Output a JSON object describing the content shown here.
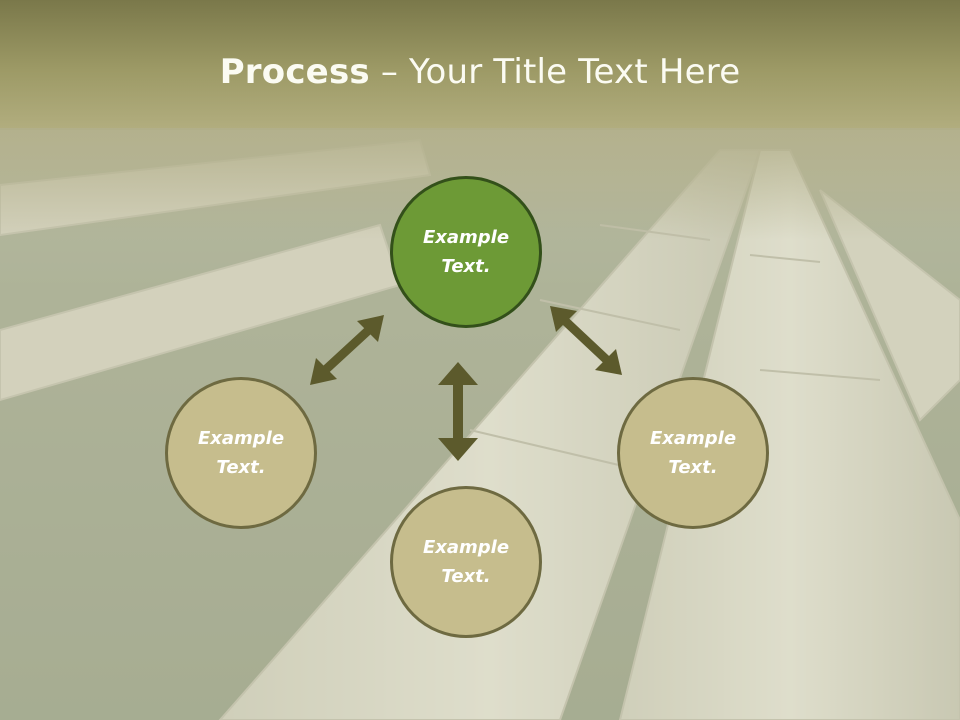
{
  "title": {
    "bold": "Process",
    "rest": " – Your Title Text Here"
  },
  "nodes": {
    "top": "Example\nText.",
    "left": "Example\nText.",
    "right": "Example\nText.",
    "bottom": "Example\nText."
  },
  "colors": {
    "header_top": "#7c7a4b",
    "header_bottom": "#aaa774",
    "top_node_fill": "#6d9a36",
    "top_node_border": "#33501a",
    "node_fill": "#c6bd8d",
    "node_border": "#6e6a41",
    "arrow": "#5c5a2c"
  }
}
